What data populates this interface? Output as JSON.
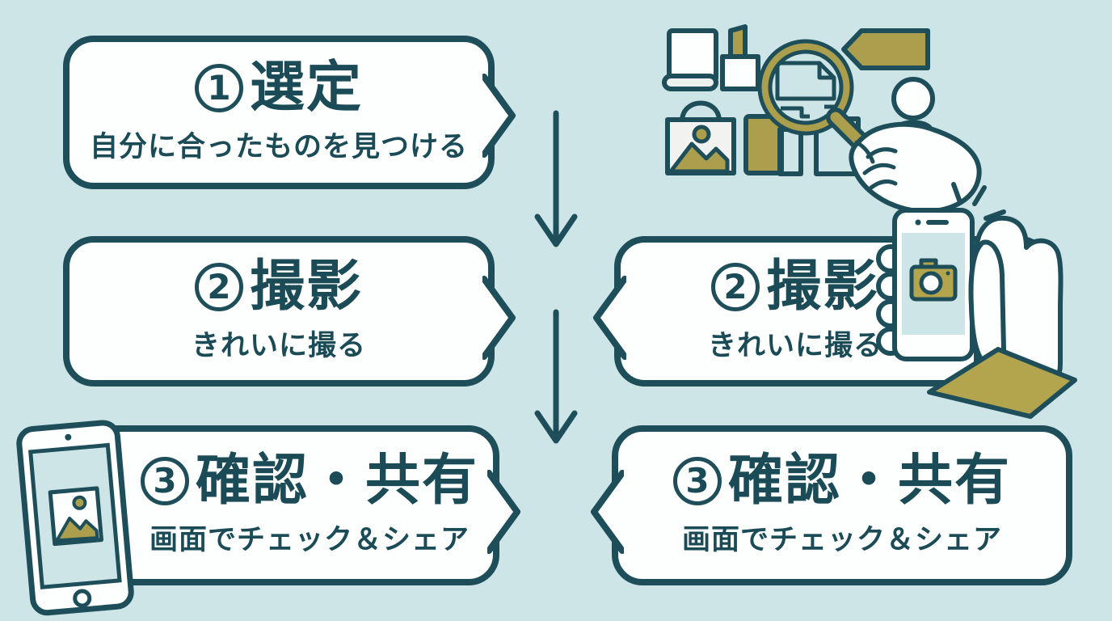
{
  "meta": {
    "type": "process-flow-infographic",
    "language": "ja",
    "step_count": 3
  },
  "colors": {
    "background": "#cde5e7",
    "ink": "#1d4e59",
    "bubble_fill": "#fdfffe",
    "accent_olive": "#ab9e4c",
    "camera_olive": "#b3a54e"
  },
  "steps": [
    {
      "number": "1",
      "title": "選定",
      "subtitle": "自分に合ったものを見つける"
    },
    {
      "number": "2",
      "title": "撮影",
      "subtitle": "きれいに撮る"
    },
    {
      "number": "3",
      "title": "確認・共有",
      "subtitle": "画面でチェック＆シェア"
    }
  ],
  "bubbles": [
    {
      "step_index": 0,
      "column": "left",
      "tail_direction": "right"
    },
    {
      "step_index": 1,
      "column": "left",
      "tail_direction": "right"
    },
    {
      "step_index": 1,
      "column": "right",
      "tail_direction": "left"
    },
    {
      "step_index": 2,
      "column": "left",
      "tail_direction": "right"
    },
    {
      "step_index": 2,
      "column": "right",
      "tail_direction": "left"
    }
  ],
  "flow": {
    "direction": "down",
    "arrow_count": 2
  },
  "illustrations": {
    "top_right": [
      "book-icon",
      "lipstick-icon",
      "price-tag-icon",
      "person-icon",
      "shopping-bag-icon",
      "bottle-icon",
      "frame-icons",
      "document-icon",
      "magnifying-glass-icon",
      "hand-icon"
    ],
    "middle_right": [
      "sparkle-icon",
      "hand-icon",
      "smartphone-icon",
      "camera-icon",
      "sleeve-shape"
    ],
    "bottom_left": [
      "tablet-icon",
      "image-placeholder-icon"
    ]
  }
}
